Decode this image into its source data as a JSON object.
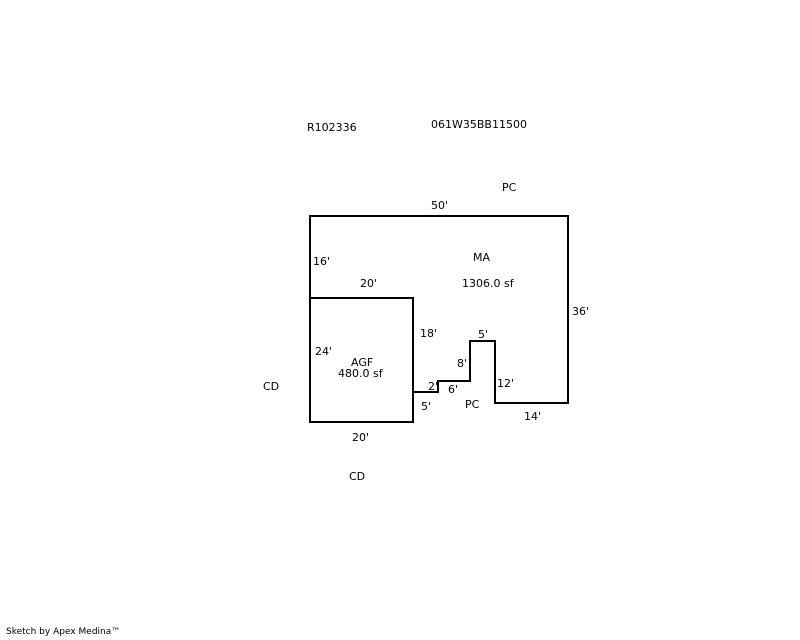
{
  "parcel": {
    "account_id": "R102336",
    "map_taxlot": "061W35BB11500"
  },
  "areas": {
    "main": {
      "code": "MA",
      "size": "1306.0 sf"
    },
    "garage": {
      "code": "AGF",
      "size": "480.0 sf"
    }
  },
  "dimensions": {
    "ma_top": "50'",
    "ma_right": "36'",
    "ma_left_upper": "16'",
    "agf_top": "20'",
    "agf_right": "18'",
    "agf_left": "24'",
    "agf_bottom": "20'",
    "step_short": "2'",
    "step_short_drop": "5'",
    "step_run": "6'",
    "step_rise": "8'",
    "notch_top": "5'",
    "notch_drop": "12'",
    "bottom_right": "14'"
  },
  "exterior_labels": {
    "pc_top": "PC",
    "pc_bottom": "PC",
    "cd_left": "CD",
    "cd_bottom": "CD"
  },
  "footer": {
    "credit": "Sketch by Apex Medina™"
  },
  "colors": {
    "line": "#000000",
    "background": "#ffffff"
  }
}
